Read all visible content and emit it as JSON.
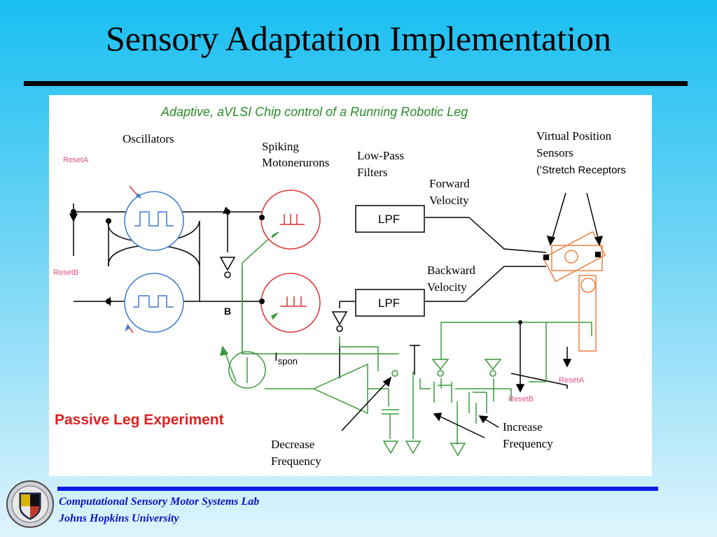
{
  "slide": {
    "title": "Sensory Adaptation Implementation"
  },
  "diagram": {
    "heading": "Adaptive, aVLSI Chip control of a Running Robotic Leg",
    "labels": {
      "oscillators": "Oscillators",
      "spiking_line1": "Spiking",
      "spiking_line2": "Motonerurons",
      "lowpass_line1": "Low-Pass",
      "lowpass_line2": "Filters",
      "virtual_line1": "Virtual Position",
      "virtual_line2": "Sensors",
      "virtual_line3": "('Stretch Receptors",
      "forward_line1": "Forward",
      "forward_line2": "Velocity",
      "backward_line1": "Backward",
      "backward_line2": "Velocity",
      "lpf_top": "LPF",
      "lpf_bottom": "LPF",
      "node_a": "A",
      "node_b": "B",
      "reset_a_left": "ResetA",
      "reset_b_left": "ResetB",
      "reset_a_right": "ResetA",
      "reset_b_right": "ResetB",
      "ispon_main": "I",
      "ispon_sub": "spon",
      "passive": "Passive Leg Experiment",
      "decrease_line1": "Decrease",
      "decrease_line2": "Frequency",
      "increase_line1": "Increase",
      "increase_line2": "Frequency"
    },
    "colors": {
      "heading": "#2a8c2a",
      "circuit_green": "#3a9a3a",
      "neuron_red": "#e03030",
      "oscillator_blue": "#3a7ad0",
      "reset_pink": "#e0508a",
      "leg_orange": "#f08040",
      "passive_red": "#e02020"
    }
  },
  "footer": {
    "line1": "Computational Sensory Motor Systems Lab",
    "line2": "Johns Hopkins University"
  }
}
